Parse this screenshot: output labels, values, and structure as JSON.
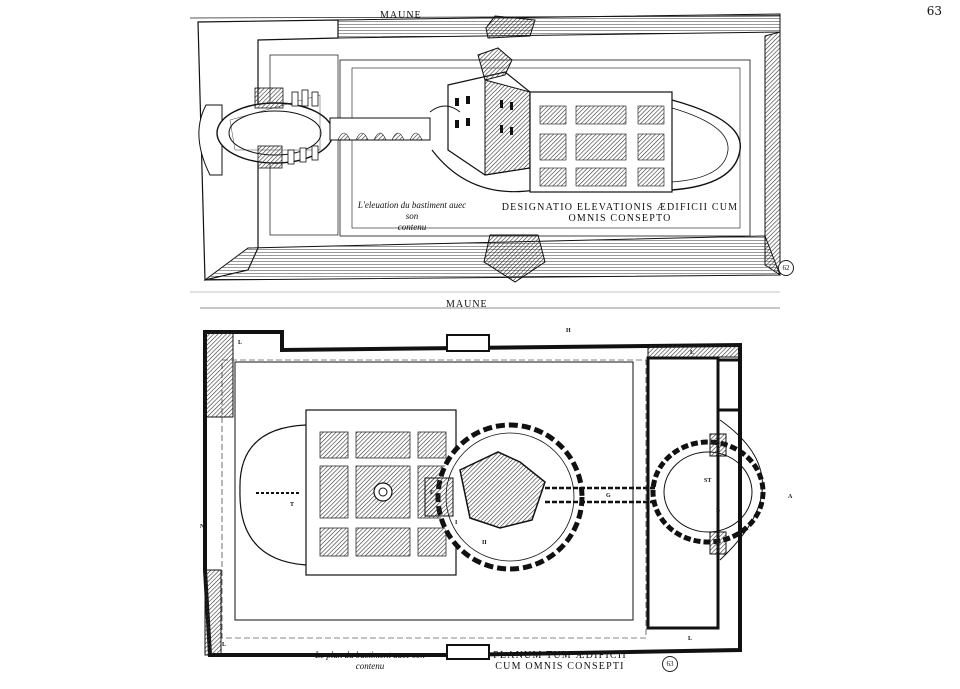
{
  "page_number": "63",
  "upper_plate": {
    "title": "MAUNE",
    "french_caption_l1": "L'eleuation du bastiment auec son",
    "french_caption_l2": "contenu",
    "latin_caption_l1": "Designatio elevationis ædificii cum",
    "latin_caption_l2": "omnis consepto",
    "plate_number": "62"
  },
  "lower_plate": {
    "title": "MAUNE",
    "french_caption_l1": "Le plan du bastiment auec son",
    "french_caption_l2": "contenu",
    "latin_caption_l1": "Planum tum ædificii",
    "latin_caption_l2": "cum omnis consepti",
    "plate_number": "63",
    "letters": {
      "H": "H",
      "L_tl": "L",
      "L_tr": "L",
      "L_bl": "L",
      "L_br": "L",
      "T": "T",
      "F": "F",
      "I": "I",
      "II": "II",
      "G": "G",
      "ST": "ST",
      "B": "B",
      "A": "A",
      "N": "N"
    }
  },
  "colors": {
    "ink": "#111111",
    "paper": "#ffffff",
    "hatch": "#444444"
  }
}
